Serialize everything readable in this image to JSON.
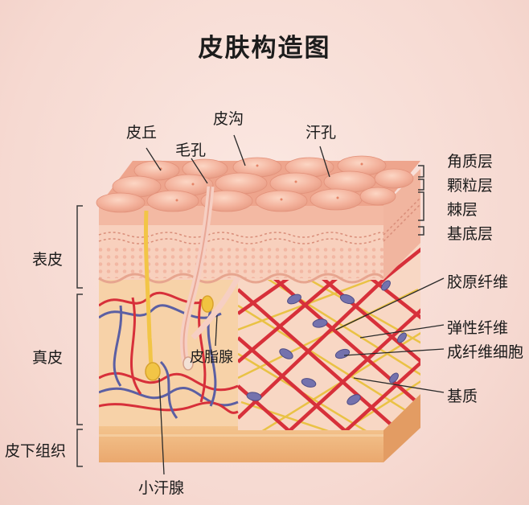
{
  "title": "皮肤构造图",
  "labels": {
    "pi_qiu": "皮丘",
    "pi_gou": "皮沟",
    "mao_kong": "毛孔",
    "han_kong": "汗孔",
    "jiao_zhi_ceng": "角质层",
    "ke_li_ceng": "颗粒层",
    "ji_ceng": "棘层",
    "ji_di_ceng": "基底层",
    "jiao_yuan_xian_wei": "胶原纤维",
    "tan_xing_xian_wei": "弹性纤维",
    "cheng_xian_wei_xi_bao": "成纤维细胞",
    "ji_zhi": "基质",
    "pi_zhi_xian": "皮脂腺",
    "xiao_han_xian": "小汗腺",
    "biao_pi": "表皮",
    "zhen_pi": "真皮",
    "pi_xia_zu_zhi": "皮下组织"
  },
  "colors": {
    "bump": "#f3b09a",
    "epidermis": "#f7c9b3",
    "dermis": "#f6cf9f",
    "subcutis": "#f2c08c",
    "collagen": "#d9313a",
    "elastic": "#e8c244",
    "fibroblast": "#6a6aa6",
    "vein": "#5b5fa3"
  }
}
